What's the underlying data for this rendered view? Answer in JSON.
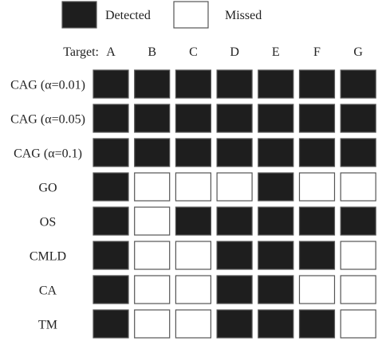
{
  "chart_data": {
    "type": "heatmap",
    "legend": [
      {
        "label": "Detected",
        "value": 1,
        "color": "#1e1e1e"
      },
      {
        "label": "Missed",
        "value": 0,
        "color": "#ffffff"
      }
    ],
    "column_header": "Target:",
    "columns": [
      "A",
      "B",
      "C",
      "D",
      "E",
      "F",
      "G"
    ],
    "rows": [
      {
        "label": "CAG (α=0.01)",
        "values": [
          1,
          1,
          1,
          1,
          1,
          1,
          1
        ]
      },
      {
        "label": "CAG (α=0.05)",
        "values": [
          1,
          1,
          1,
          1,
          1,
          1,
          1
        ]
      },
      {
        "label": "CAG (α=0.1)",
        "values": [
          1,
          1,
          1,
          1,
          1,
          1,
          1
        ]
      },
      {
        "label": "GO",
        "values": [
          1,
          0,
          0,
          0,
          1,
          0,
          0
        ]
      },
      {
        "label": "OS",
        "values": [
          1,
          0,
          1,
          1,
          1,
          1,
          1
        ]
      },
      {
        "label": "CMLD",
        "values": [
          1,
          0,
          0,
          1,
          1,
          1,
          0
        ]
      },
      {
        "label": "CA",
        "values": [
          1,
          0,
          0,
          1,
          1,
          0,
          0
        ]
      },
      {
        "label": "TM",
        "values": [
          1,
          0,
          0,
          1,
          1,
          1,
          0
        ]
      }
    ],
    "colors": {
      "detected": "#1e1e1e",
      "missed": "#ffffff",
      "border": "#555555"
    }
  }
}
